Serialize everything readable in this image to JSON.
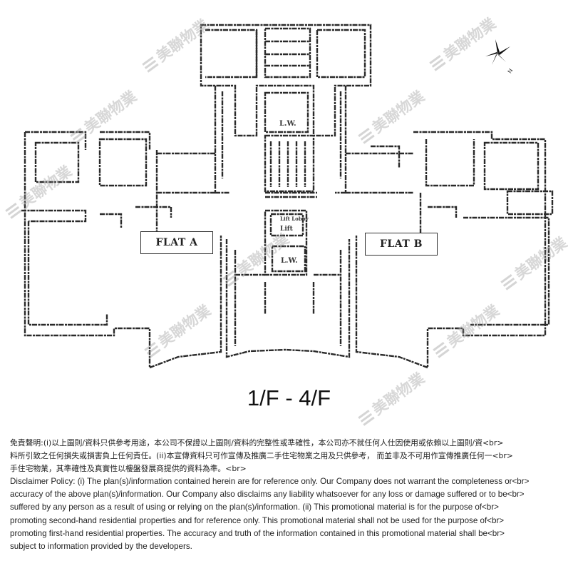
{
  "plan": {
    "flat_a": "FLAT A",
    "flat_b": "FLAT B",
    "rooms": {
      "lw_upper": "L.W.",
      "lw_lower": "L.W.",
      "lift": "Lift",
      "lift_lobby": "Lift Lobby"
    },
    "compass_letter": "N"
  },
  "floor_label": "1/F - 4/F",
  "watermark_text": "美聯物業",
  "disclaimer": {
    "zh_lines": [
      "免責聲明:(i)以上圖則/資料只供參考用途，本公司不保證以上圖則/資料的完整性或準確性，本公司亦不就任何人仕因使用或依賴以上圖則/資<br>",
      "料所引致之任何損失或損害負上任何責任。(ii)本宣傳資料只可作宣傳及推廣二手住宅物業之用及只供參考， 而並非及不可用作宣傳推廣任何一<br>",
      "手住宅物業，其準確性及真實性以樓盤發展商提供的資料為準。<br>"
    ],
    "en_lines": [
      "Disclaimer Policy: (i) The plan(s)/information contained herein are for reference only. Our Company does not warrant the completeness or<br>",
      "accuracy of the above plan(s)/information. Our Company also disclaims any liability whatsoever for any loss or damage suffered or to be<br>",
      "suffered by any person as a result of using or relying on the plan(s)/information. (ii) This promotional material is for the purpose of<br>",
      "promoting second-hand residential properties and for reference only. This promotional material shall not be used for the purpose of<br>",
      "promoting first-hand residential properties. The accuracy and truth of the information contained in this promotional material shall be<br>",
      "subject to information provided by the developers."
    ]
  }
}
